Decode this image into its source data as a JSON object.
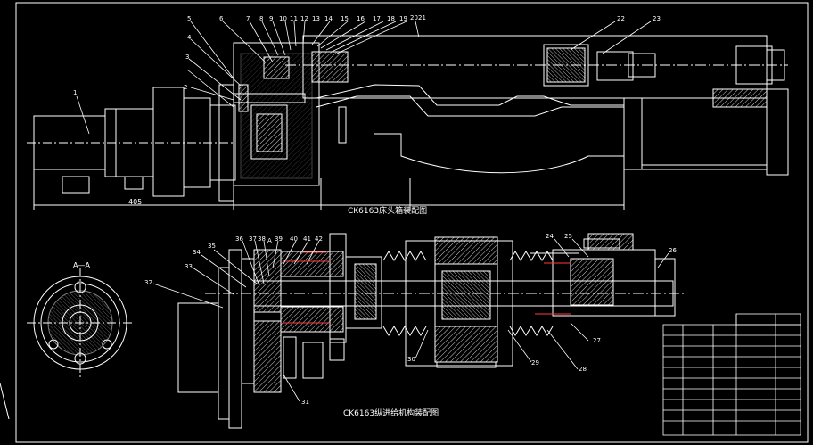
{
  "titles": {
    "top": "CK6163床头箱装配图",
    "bottom": "CK6163纵进给机构装配图"
  },
  "section_label": "A—A",
  "section_mark": "A",
  "dimension": "405",
  "top_labels": [
    "1",
    "2",
    "3",
    "4",
    "5",
    "6",
    "7",
    "8",
    "9",
    "10",
    "11",
    "12",
    "13",
    "14",
    "15",
    "16",
    "17",
    "18",
    "19",
    "20",
    "21",
    "22",
    "23"
  ],
  "bottom_labels": [
    "24",
    "25",
    "26",
    "27",
    "28",
    "29",
    "30",
    "31",
    "32",
    "33",
    "34",
    "35",
    "36",
    "37",
    "38",
    "39",
    "40",
    "41",
    "42"
  ],
  "colors": {
    "line": "#ffffff",
    "accent": "#ff3b3b",
    "hatch": "#ffffff",
    "background": "#000000"
  }
}
